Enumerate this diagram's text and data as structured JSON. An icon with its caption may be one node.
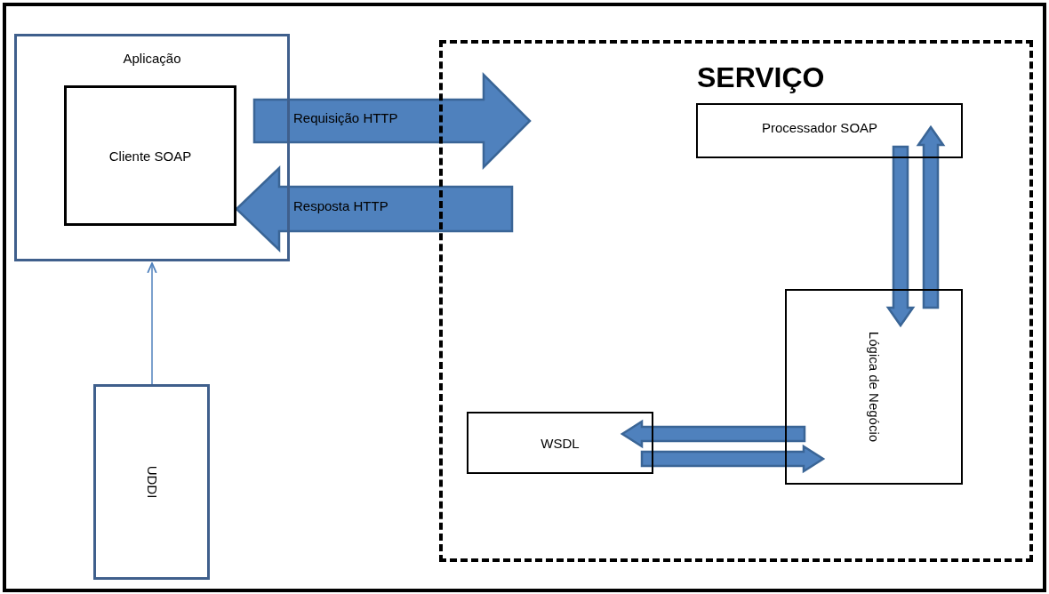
{
  "diagram": {
    "nodes": [
      {
        "text": [
          "Aplicação"
        ]
      },
      {
        "text": [
          "Cliente SOAP"
        ],
        "in": 0
      },
      {
        "text": [
          "UDDI"
        ]
      },
      {
        "text": [
          "SERVIÇO"
        ]
      },
      {
        "text": [
          "Processador SOAP"
        ],
        "in": 3
      },
      {
        "text": [
          "Lógica de Negócio"
        ],
        "in": 3
      },
      {
        "text": [
          "WSDL"
        ],
        "in": 3
      }
    ],
    "edges": [
      {
        "from": 1,
        "to": 3,
        "arrow": "to",
        "label": "Requisição HTTP",
        "style": "thick"
      },
      {
        "from": 3,
        "to": 1,
        "arrow": "to",
        "label": "Resposta HTTP",
        "style": "thick"
      },
      {
        "from": 4,
        "to": 5,
        "arrow": "to",
        "style": "thick"
      },
      {
        "from": 5,
        "to": 4,
        "arrow": "to",
        "style": "thick"
      },
      {
        "from": 5,
        "to": 6,
        "arrow": "to",
        "style": "thick"
      },
      {
        "from": 6,
        "to": 5,
        "arrow": "to",
        "style": "thick"
      },
      {
        "from": 2,
        "to": 0,
        "arrow": "to"
      }
    ]
  }
}
